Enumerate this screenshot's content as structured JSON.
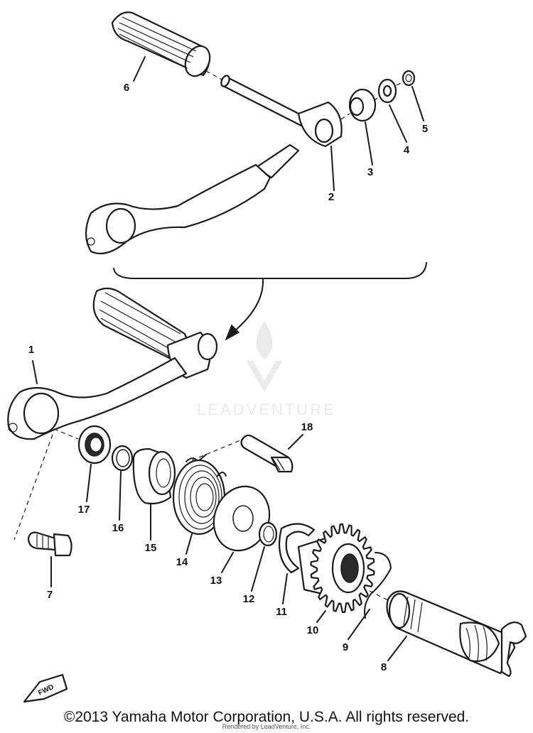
{
  "callouts": [
    {
      "id": "1",
      "label": "1"
    },
    {
      "id": "2",
      "label": "2"
    },
    {
      "id": "3",
      "label": "3"
    },
    {
      "id": "4",
      "label": "4"
    },
    {
      "id": "5",
      "label": "5"
    },
    {
      "id": "6",
      "label": "6"
    },
    {
      "id": "7",
      "label": "7"
    },
    {
      "id": "8",
      "label": "8"
    },
    {
      "id": "9",
      "label": "9"
    },
    {
      "id": "10",
      "label": "10"
    },
    {
      "id": "11",
      "label": "11"
    },
    {
      "id": "12",
      "label": "12"
    },
    {
      "id": "13",
      "label": "13"
    },
    {
      "id": "14",
      "label": "14"
    },
    {
      "id": "15",
      "label": "15"
    },
    {
      "id": "16",
      "label": "16"
    },
    {
      "id": "17",
      "label": "17"
    },
    {
      "id": "18",
      "label": "18"
    }
  ],
  "fwd_label": "FWD",
  "watermark": "LEADVENTURE",
  "copyright": "©2013 Yamaha Motor Corporation, U.S.A. All rights reserved.",
  "rendered_by": "Rendered by LeadVenture, Inc."
}
